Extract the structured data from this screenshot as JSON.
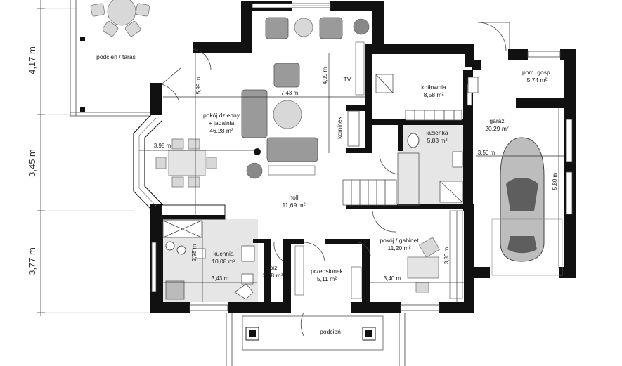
{
  "rooms": {
    "terrace": {
      "name": "podcień / taras"
    },
    "living": {
      "name1": "pokój dzienny",
      "name2": "+ jadalnia",
      "area": "46,28 m²"
    },
    "tv": {
      "name": "TV"
    },
    "fireplace": {
      "name": "kominek"
    },
    "boiler": {
      "name": "kotłownia",
      "area": "8,58 m²"
    },
    "utility": {
      "name": "pom. gosp.",
      "area": "5,74 m²"
    },
    "garage": {
      "name": "garaż",
      "area": "20,29 m²"
    },
    "bathroom": {
      "name": "łazienka",
      "area": "5,83 m²"
    },
    "hall": {
      "name": "holl",
      "area": "11,69 m²"
    },
    "kitchen": {
      "name": "kuchnia",
      "area": "10,08 m²"
    },
    "pantry": {
      "name": "spiż.",
      "area": "2,28 m²"
    },
    "vestibule": {
      "name": "przedsionek",
      "area": "5,11 m²"
    },
    "office": {
      "name": "pokój / gabinet",
      "area": "11,20 m²"
    },
    "porch": {
      "name": "podcień"
    }
  },
  "dimensions": {
    "living_width": "7,43 m",
    "living_depth_left": "5,99 m",
    "living_depth_right": "4,99 m",
    "dining_width": "3,98 m",
    "garage_width": "3,50 m",
    "garage_depth": "5,80 m",
    "kitchen_width": "3,43 m",
    "kitchen_depth": "2,98 m",
    "office_width": "3,40 m",
    "office_depth": "3,30 m"
  },
  "external_dimensions": [
    "4,17 m",
    "3,45 m",
    "3,77 m"
  ]
}
